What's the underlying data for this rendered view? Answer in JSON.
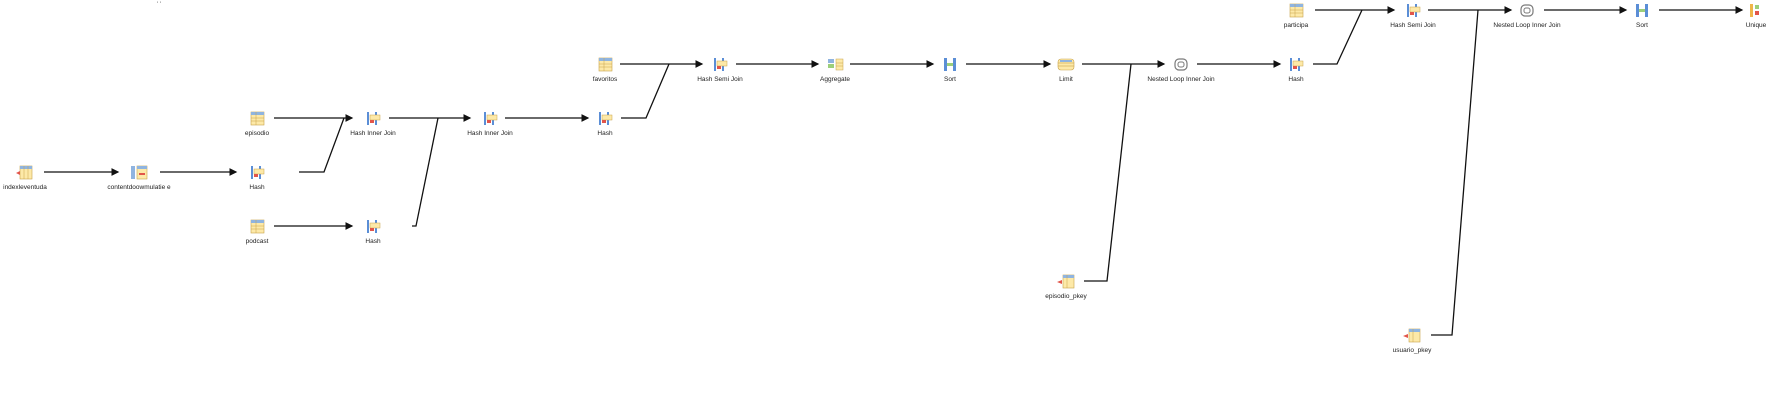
{
  "nodes": {
    "n_indexleventuda": {
      "label": "indexleventuda",
      "icon": "index-scan-icon"
    },
    "n_contentdoowmulatie": {
      "label": "contentdoowmulatie e",
      "icon": "bitmap-heap-scan-icon"
    },
    "n_hash1": {
      "label": "Hash",
      "icon": "hash-icon"
    },
    "n_episodio": {
      "label": "episodio",
      "icon": "seq-scan-icon"
    },
    "n_podcast": {
      "label": "podcast",
      "icon": "seq-scan-icon"
    },
    "n_hashinnerjoin1": {
      "label": "Hash Inner Join",
      "icon": "hash-join-icon"
    },
    "n_hash2": {
      "label": "Hash",
      "icon": "hash-icon"
    },
    "n_hashinnerjoin2": {
      "label": "Hash Inner Join",
      "icon": "hash-join-icon"
    },
    "n_hash3": {
      "label": "Hash",
      "icon": "hash-icon"
    },
    "n_favoritos": {
      "label": "favoritos",
      "icon": "seq-scan-icon"
    },
    "n_hashsemijoin1": {
      "label": "Hash Semi Join",
      "icon": "hash-join-icon"
    },
    "n_aggregate": {
      "label": "Aggregate",
      "icon": "aggregate-icon"
    },
    "n_sort1": {
      "label": "Sort",
      "icon": "sort-icon"
    },
    "n_limit": {
      "label": "Limit",
      "icon": "limit-icon"
    },
    "n_episodiopkey": {
      "label": "episodio_pkey",
      "icon": "index-scan-icon"
    },
    "n_nestedloop1": {
      "label": "Nested Loop Inner Join",
      "icon": "nested-loop-icon"
    },
    "n_hash4": {
      "label": "Hash",
      "icon": "hash-icon"
    },
    "n_participa": {
      "label": "participa",
      "icon": "seq-scan-icon"
    },
    "n_hashsemijoin2": {
      "label": "Hash Semi Join",
      "icon": "hash-join-icon"
    },
    "n_usuariopkey": {
      "label": "usuario_pkey",
      "icon": "index-scan-icon"
    },
    "n_nestedloop2": {
      "label": "Nested Loop Inner Join",
      "icon": "nested-loop-icon"
    },
    "n_sort2": {
      "label": "Sort",
      "icon": "sort-icon"
    },
    "n_unique": {
      "label": "Unique",
      "icon": "unique-icon"
    }
  },
  "colors": {
    "edge": "#111111",
    "label": "#222222"
  }
}
